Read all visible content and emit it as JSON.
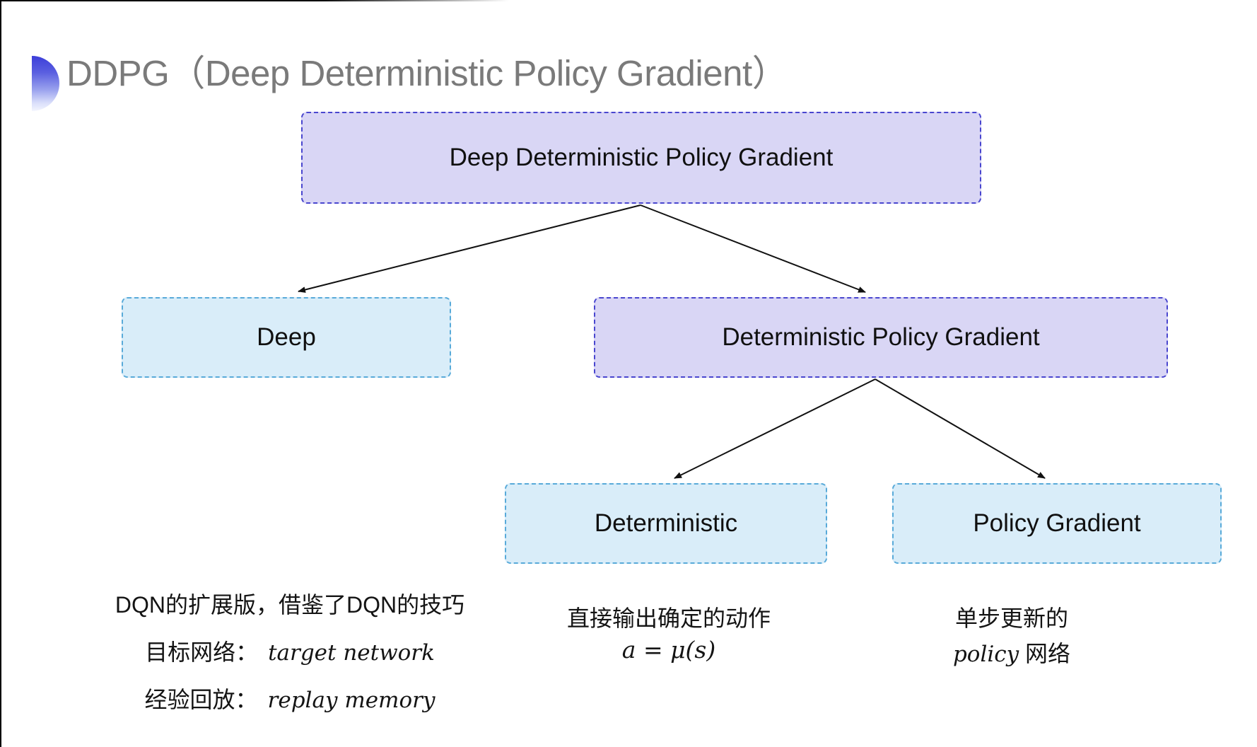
{
  "title": {
    "text": "DDPG（Deep Deterministic Policy Gradient）",
    "color": "#7a7a7a"
  },
  "colors": {
    "purple_fill": "#d9d6f5",
    "purple_border": "#4946cf",
    "blue_fill": "#d9edf9",
    "blue_border": "#58aad9",
    "arrow": "#111111",
    "title_gray": "#7a7a7a",
    "bullet_gradient_top": "#3c3ed9"
  },
  "tree": {
    "root": {
      "label": "Deep Deterministic Policy Gradient"
    },
    "level2": [
      {
        "label": "Deep"
      },
      {
        "label": "Deterministic Policy Gradient"
      }
    ],
    "level3": [
      {
        "label": "Deterministic"
      },
      {
        "label": "Policy Gradient"
      }
    ]
  },
  "annotations": {
    "left": {
      "line1": "DQN的扩展版，借鉴了DQN的技巧",
      "line2_label": "目标网络：",
      "line2_value": "target network",
      "line3_label": "经验回放：",
      "line3_value": "replay memory"
    },
    "middle": {
      "line1": "直接输出确定的动作",
      "formula": "a = μ(s)"
    },
    "right": {
      "line1": "单步更新的",
      "line2_italic": "policy",
      "line2_rest": " 网络"
    }
  }
}
